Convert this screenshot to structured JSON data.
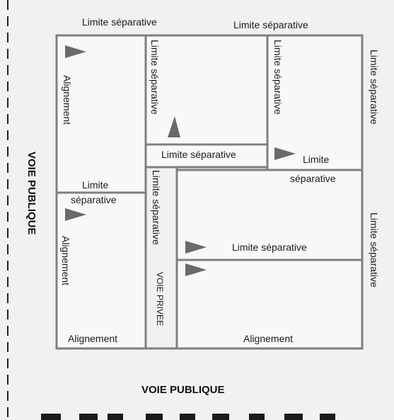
{
  "diagram": {
    "labels": {
      "top_left": "Limite séparative",
      "top_right": "Limite séparative",
      "plot1_right": "Limite séparative",
      "plot2_right": "Limite séparative",
      "far_right_upper": "Limite séparative",
      "far_right_lower": "Limite séparative",
      "plot1_left": "Alignement",
      "plot1_bottom": "Limite",
      "plot4_top": "séparative",
      "plot4_left": "Alignement",
      "plot4_bottom": "Alignement",
      "mid_horizontal": "Limite séparative",
      "plot3_limite": "Limite",
      "plot3_separative": "séparative",
      "private_road_limit": "Limite séparative",
      "plot5_inner": "Limite séparative",
      "plot6_bottom": "Alignement"
    },
    "roads": {
      "public_left": "VOIE PUBLIQUE",
      "public_bottom": "VOIE PUBLIQUE",
      "private": "VOIE PRIVEE"
    }
  }
}
